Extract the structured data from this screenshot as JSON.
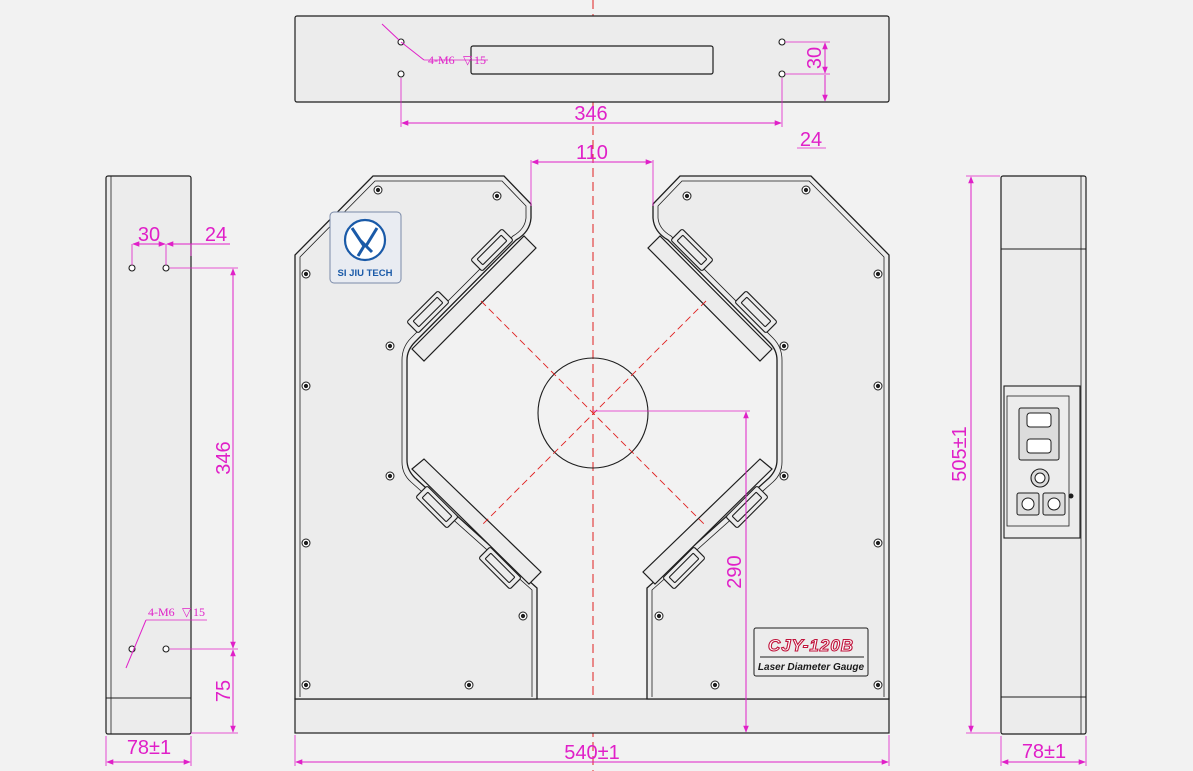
{
  "top_view": {
    "thread_note": "4-M6",
    "thread_depth": "15",
    "dim_hole_spacing": "346",
    "dim_offset_side": "30",
    "dim_offset_bottom": "24"
  },
  "front_view": {
    "dim_top_gap": "110",
    "logo_text": "SI JIU TECH",
    "model_name": "CJY-120B",
    "product_name": "Laser Diameter Gauge",
    "dim_center_height": "290",
    "dim_width": "540±1"
  },
  "left_view": {
    "dim_hole_x": "30",
    "dim_hole_x2": "24",
    "dim_hole_spacing": "346",
    "thread_note": "4-M6",
    "thread_depth": "15",
    "dim_bottom": "75",
    "dim_depth": "78±1"
  },
  "right_view": {
    "dim_height": "505±1",
    "dim_depth": "78±1"
  },
  "colors": {
    "dimension": "#e020c8",
    "outline": "#1e1e1e",
    "laser": "#e02020",
    "center_line": "#e02020",
    "logo": "#1a5aa8",
    "model": "#c0143c"
  }
}
